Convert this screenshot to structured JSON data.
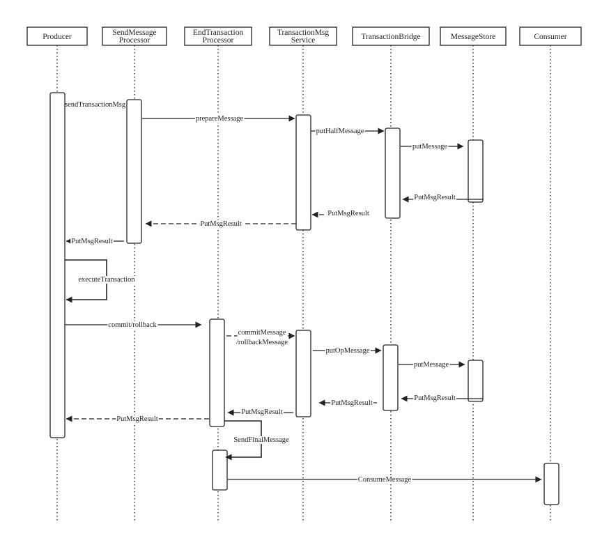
{
  "colors": {
    "line": "#222222",
    "background": "#ffffff"
  },
  "participants": [
    {
      "id": "producer",
      "lines": [
        "Producer"
      ]
    },
    {
      "id": "sendmsg",
      "lines": [
        "SendMessage",
        "Processor"
      ]
    },
    {
      "id": "endtx",
      "lines": [
        "EndTransaction",
        "Processor"
      ]
    },
    {
      "id": "txmsg",
      "lines": [
        "TransactionMsg",
        "Service"
      ]
    },
    {
      "id": "bridge",
      "lines": [
        "TransactionBridge"
      ]
    },
    {
      "id": "store",
      "lines": [
        "MessageStore"
      ]
    },
    {
      "id": "consumer",
      "lines": [
        "Consumer"
      ]
    }
  ],
  "messages": [
    {
      "id": "m1",
      "text": "sendTransactionMsg",
      "style": "solid"
    },
    {
      "id": "m2",
      "text": "prepareMessage",
      "style": "solid"
    },
    {
      "id": "m3",
      "text": "putHalfMessage",
      "style": "solid"
    },
    {
      "id": "m4",
      "text": "putMessage",
      "style": "solid"
    },
    {
      "id": "m5",
      "text": "PutMsgResult",
      "style": "solid"
    },
    {
      "id": "m6",
      "text": "PutMsgResult",
      "style": "dashed"
    },
    {
      "id": "m7",
      "text": "PutMsgResult",
      "style": "dashed"
    },
    {
      "id": "m8",
      "text": "PutMsgResult",
      "style": "solid"
    },
    {
      "id": "m9",
      "text": "executeTransaction",
      "style": "solid"
    },
    {
      "id": "m10",
      "text": "commit/rollback",
      "style": "solid"
    },
    {
      "id": "m11",
      "lines": [
        "commitMessage",
        "/rollbackMessage"
      ],
      "style": "dashed"
    },
    {
      "id": "m12",
      "text": "putOpMessage",
      "style": "solid"
    },
    {
      "id": "m13",
      "text": "putMessage",
      "style": "solid"
    },
    {
      "id": "m14",
      "text": "PutMsgResult",
      "style": "solid"
    },
    {
      "id": "m15",
      "text": "PutMsgResult",
      "style": "solid"
    },
    {
      "id": "m16",
      "text": "PutMsgResult",
      "style": "solid"
    },
    {
      "id": "m17",
      "text": "PutMsgResult",
      "style": "dashed"
    },
    {
      "id": "m18",
      "text": "SendFinalMessage",
      "style": "solid"
    },
    {
      "id": "m19",
      "text": "ConsumeMessage",
      "style": "solid"
    }
  ]
}
